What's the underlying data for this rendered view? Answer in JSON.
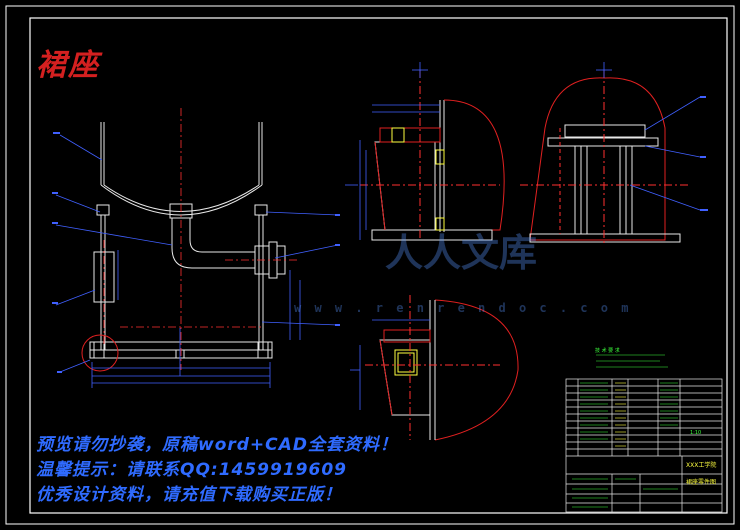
{
  "drawing": {
    "title": "裙座",
    "watermark_main": "人人文库",
    "watermark_url": "w w w . r e n r e n d o c . c o m",
    "promo_line1": "预览请勿抄袭，原稿word+CAD全套资料！",
    "promo_line2": "温馨提示：请联系QQ:1459919609",
    "promo_line3": "优秀设计资料，请充值下载购买正版！",
    "tech_notes_title": "技 术 要 求",
    "title_block": {
      "school": "XXX工学院",
      "drawing_name": "裙座零件图",
      "scale": "1:10"
    }
  },
  "colors": {
    "background": "#000000",
    "frame": "#ffffff",
    "part_outline": "#e8e8e8",
    "centerline": "#ff3030",
    "dimension": "#4060ff",
    "section_red": "#e02020",
    "notes_green": "#3cff3c",
    "weld_yellow": "#ffff40",
    "promo_blue": "#2f6bff"
  }
}
